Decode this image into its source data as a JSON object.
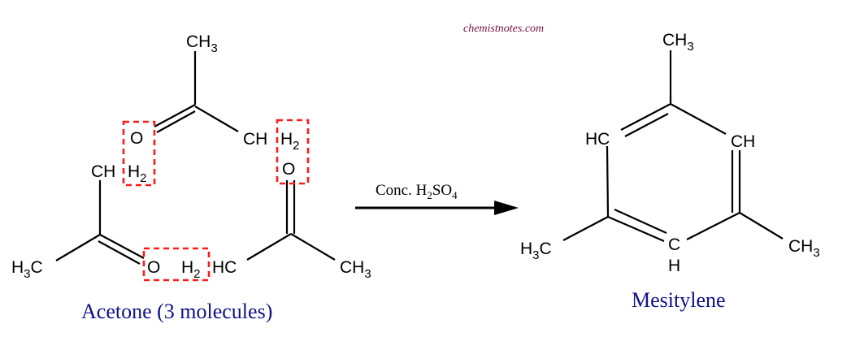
{
  "watermark": "chemistnotes.com",
  "reactants": {
    "caption": "Acetone (3 molecules)",
    "molecule_top": {
      "methyl": {
        "main": "CH",
        "sub": "3"
      },
      "oxygen": "O",
      "ch": "CH",
      "h2": {
        "main": "H",
        "sub": "2"
      }
    },
    "molecule_left": {
      "ch": "CH",
      "h2": {
        "main": "H",
        "sub": "2"
      },
      "methyl": {
        "pre": "H",
        "sub": "3",
        "post": "C"
      },
      "oxygen": "O"
    },
    "molecule_right": {
      "oxygen": "O",
      "h2": {
        "main": "H",
        "sub": "2"
      },
      "hc": "HC",
      "methyl": {
        "main": "CH",
        "sub": "3"
      }
    },
    "highlight_color": "#ff1a1a"
  },
  "reaction": {
    "reagent": {
      "pre": "Conc. H",
      "sub1": "2",
      "mid": "SO",
      "sub2": "4"
    }
  },
  "product": {
    "caption": "Mesitylene",
    "top_methyl": {
      "main": "CH",
      "sub": "3"
    },
    "left_ch": "HC",
    "right_ch": "CH",
    "bottom_c": "C",
    "bottom_h": "H",
    "left_methyl": {
      "pre": "H",
      "sub": "3",
      "post": "C"
    },
    "right_methyl": {
      "main": "CH",
      "sub": "3"
    }
  },
  "colors": {
    "caption": "#10108a",
    "watermark": "#7a1040",
    "highlight": "#ff1a1a"
  }
}
